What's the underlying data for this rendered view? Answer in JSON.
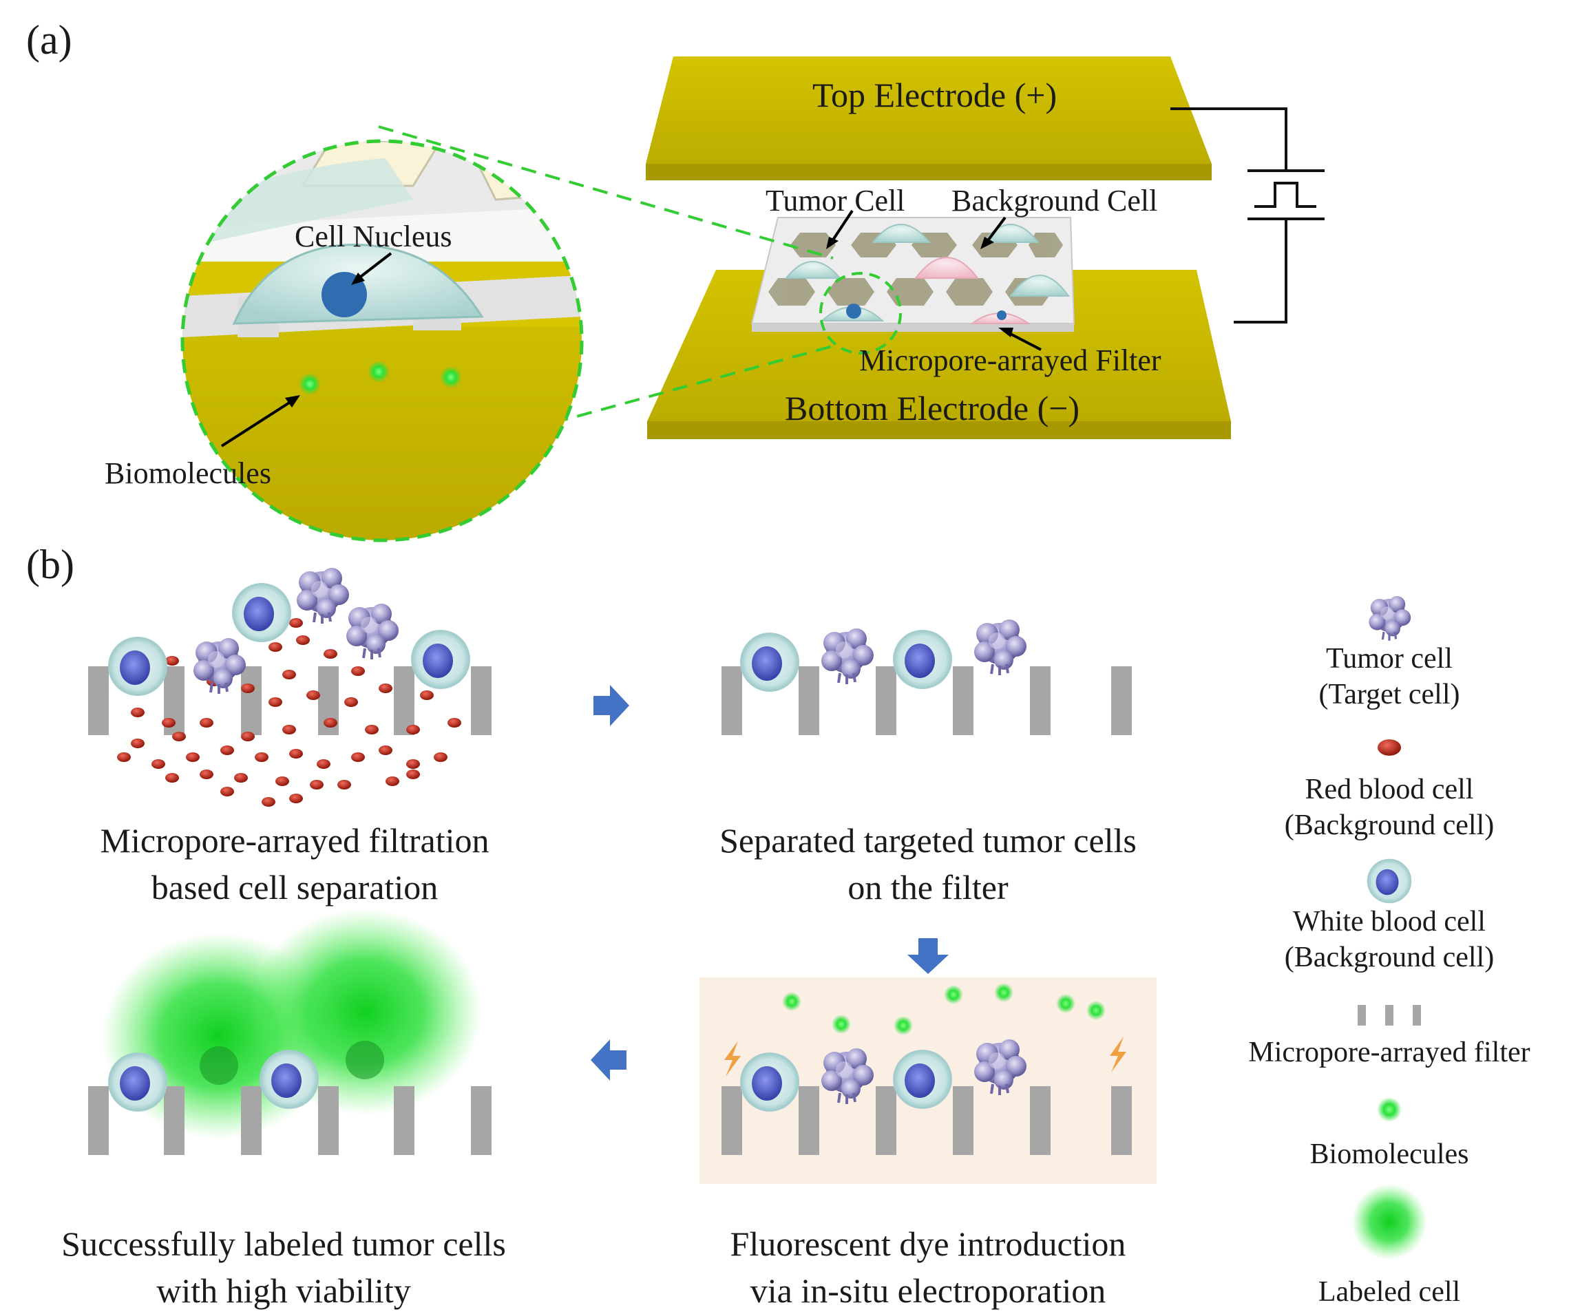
{
  "panel_a": {
    "tag": "(a)",
    "zoom": {
      "nucleus_label": "Cell Nucleus",
      "biomolecules_label": "Biomolecules"
    },
    "device": {
      "top_electrode": "Top Electrode (+)",
      "bottom_electrode": "Bottom Electrode (−)",
      "tumor_cell": "Tumor Cell",
      "background_cell": "Background Cell",
      "filter": "Micropore-arrayed Filter"
    },
    "colors": {
      "electrode": "#C9B800",
      "electrode_dark": "#A89900",
      "zoom_border": "#33CC33",
      "filter": "#E8E8E8"
    }
  },
  "panel_b": {
    "tag": "(b)",
    "steps": {
      "s1_line1": "Micropore-arrayed filtration",
      "s1_line2": "based cell separation",
      "s2_line1": "Separated targeted tumor cells",
      "s2_line2": "on the filter",
      "s3_line1": "Fluorescent dye introduction",
      "s3_line2": "via in-situ electroporation",
      "s4_line1": "Successfully labeled tumor cells",
      "s4_line2": "with high viability"
    },
    "legend": {
      "tumor_l1": "Tumor cell",
      "tumor_l2": "(Target cell)",
      "rbc_l1": "Red blood cell",
      "rbc_l2": "(Background cell)",
      "wbc_l1": "White blood cell",
      "wbc_l2": "(Background cell)",
      "filter": "Micropore-arrayed filter",
      "biomolecules": "Biomolecules",
      "labeled": "Labeled cell"
    },
    "colors": {
      "arrow": "#4472C4",
      "pillar": "#A6A6A6",
      "rbc": "#C0281A",
      "tumor": "#9C97C9",
      "wbc_ring": "#C9E4E4",
      "wbc_nucleus": "#4B56B8",
      "fluor": "#22DD33",
      "electro_bg": "#FBEFE4",
      "spark": "#F0A040"
    }
  }
}
